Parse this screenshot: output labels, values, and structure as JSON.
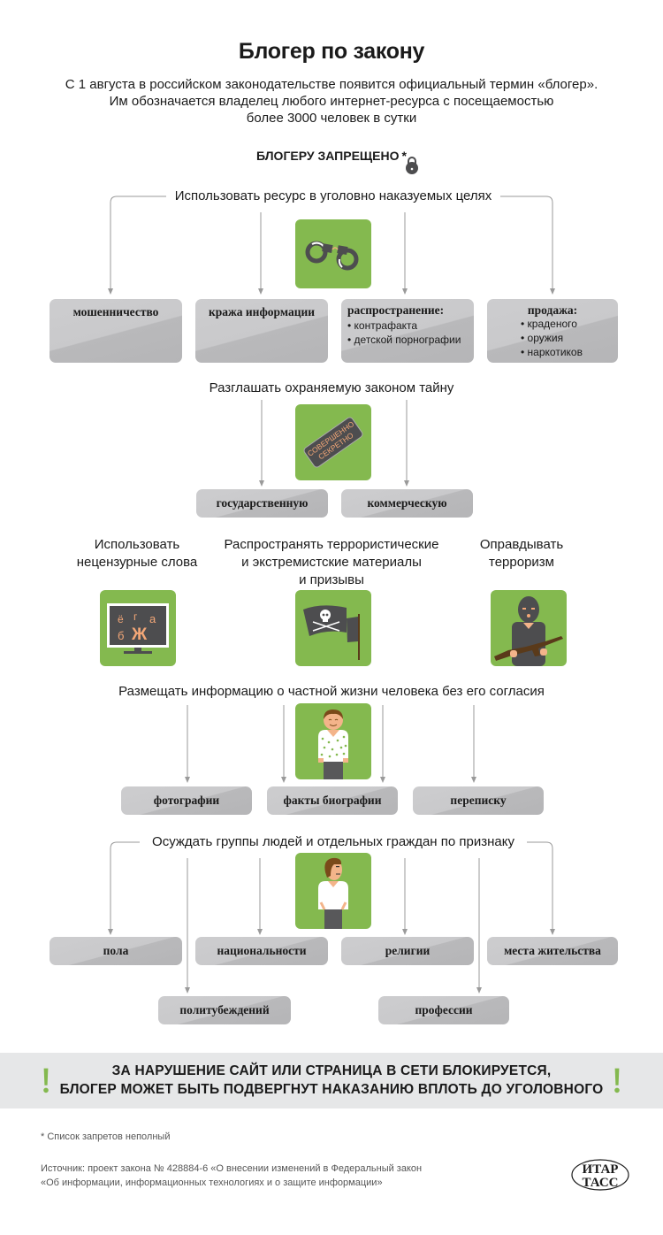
{
  "header": {
    "title": "Блогер по закону",
    "lead": [
      "С 1 августа в российском законодательстве появится официальный термин «блогер».",
      "Им обозначается владелец любого интернет-ресурса с посещаемостью",
      "более 3000 человек в сутки"
    ],
    "forbidden_heading": "БЛОГЕРУ ЗАПРЕЩЕНО",
    "forbidden_asterisk": "*"
  },
  "sections": {
    "criminal": {
      "heading": "Использовать ресурс в уголовно наказуемых целях",
      "icon": "handcuffs-icon",
      "boxes": [
        {
          "label": "мошенничество",
          "items": []
        },
        {
          "label": "кража информации",
          "items": []
        },
        {
          "label": "распространение:",
          "items": [
            "контрафакта",
            "детской порнографии"
          ]
        },
        {
          "label": "продажа:",
          "items": [
            "краденого",
            "оружия",
            "наркотиков"
          ]
        }
      ]
    },
    "secret": {
      "heading": "Разглашать охраняемую законом тайну",
      "icon": "top-secret-stamp-icon",
      "stamp_text": [
        "СОВЕРШЕННО",
        "СЕКРЕТНО"
      ],
      "boxes": [
        {
          "label": "государственную"
        },
        {
          "label": "коммерческую"
        }
      ]
    },
    "triple": [
      {
        "heading": [
          "Использовать",
          "нецензурные слова"
        ],
        "icon": "monitor-letters-icon",
        "letters": [
          "ё",
          "г",
          "а",
          "б",
          "Ж"
        ]
      },
      {
        "heading": [
          "Распространять террористические",
          "и экстремистские материалы",
          "и призывы"
        ],
        "icon": "pirate-flag-icon"
      },
      {
        "heading": [
          "Оправдывать",
          "терроризм"
        ],
        "icon": "terrorist-icon"
      }
    ],
    "privacy": {
      "heading": "Размещать информацию о частной жизни человека без его согласия",
      "icon": "smiling-person-icon",
      "boxes": [
        {
          "label": "фотографии"
        },
        {
          "label": "факты биографии"
        },
        {
          "label": "переписку"
        }
      ]
    },
    "discrimination": {
      "heading": "Осуждать группы людей и отдельных граждан по признаку",
      "icon": "angry-person-icon",
      "boxes_row1": [
        {
          "label": "пола"
        },
        {
          "label": "национальности"
        },
        {
          "label": "религии"
        },
        {
          "label": "места жительства"
        }
      ],
      "boxes_row2": [
        {
          "label": "политубеждений"
        },
        {
          "label": "профессии"
        }
      ]
    }
  },
  "banner": {
    "lines": [
      "ЗА НАРУШЕНИЕ САЙТ ИЛИ СТРАНИЦА В СЕТИ БЛОКИРУЕТСЯ,",
      "БЛОГЕР МОЖЕТ БЫТЬ ПОДВЕРГНУТ НАКАЗАНИЮ ВПЛОТЬ ДО УГОЛОВНОГО"
    ]
  },
  "footer": {
    "footnote": "* Список запретов неполный",
    "source": [
      "Источник: проект закона № 428884-6 «О внесении изменений в Федеральный закон",
      "«Об информации, информационных технологиях и о защите информации»"
    ],
    "logo": [
      "ИТАР",
      "ТАСС"
    ]
  },
  "colors": {
    "accent_green": "#84b94f",
    "box_gray": "#c9c9cb",
    "icon_dark": "#4d4d4f",
    "skin_orange": "#f3b48a",
    "banner_bg": "#e6e7e8"
  }
}
